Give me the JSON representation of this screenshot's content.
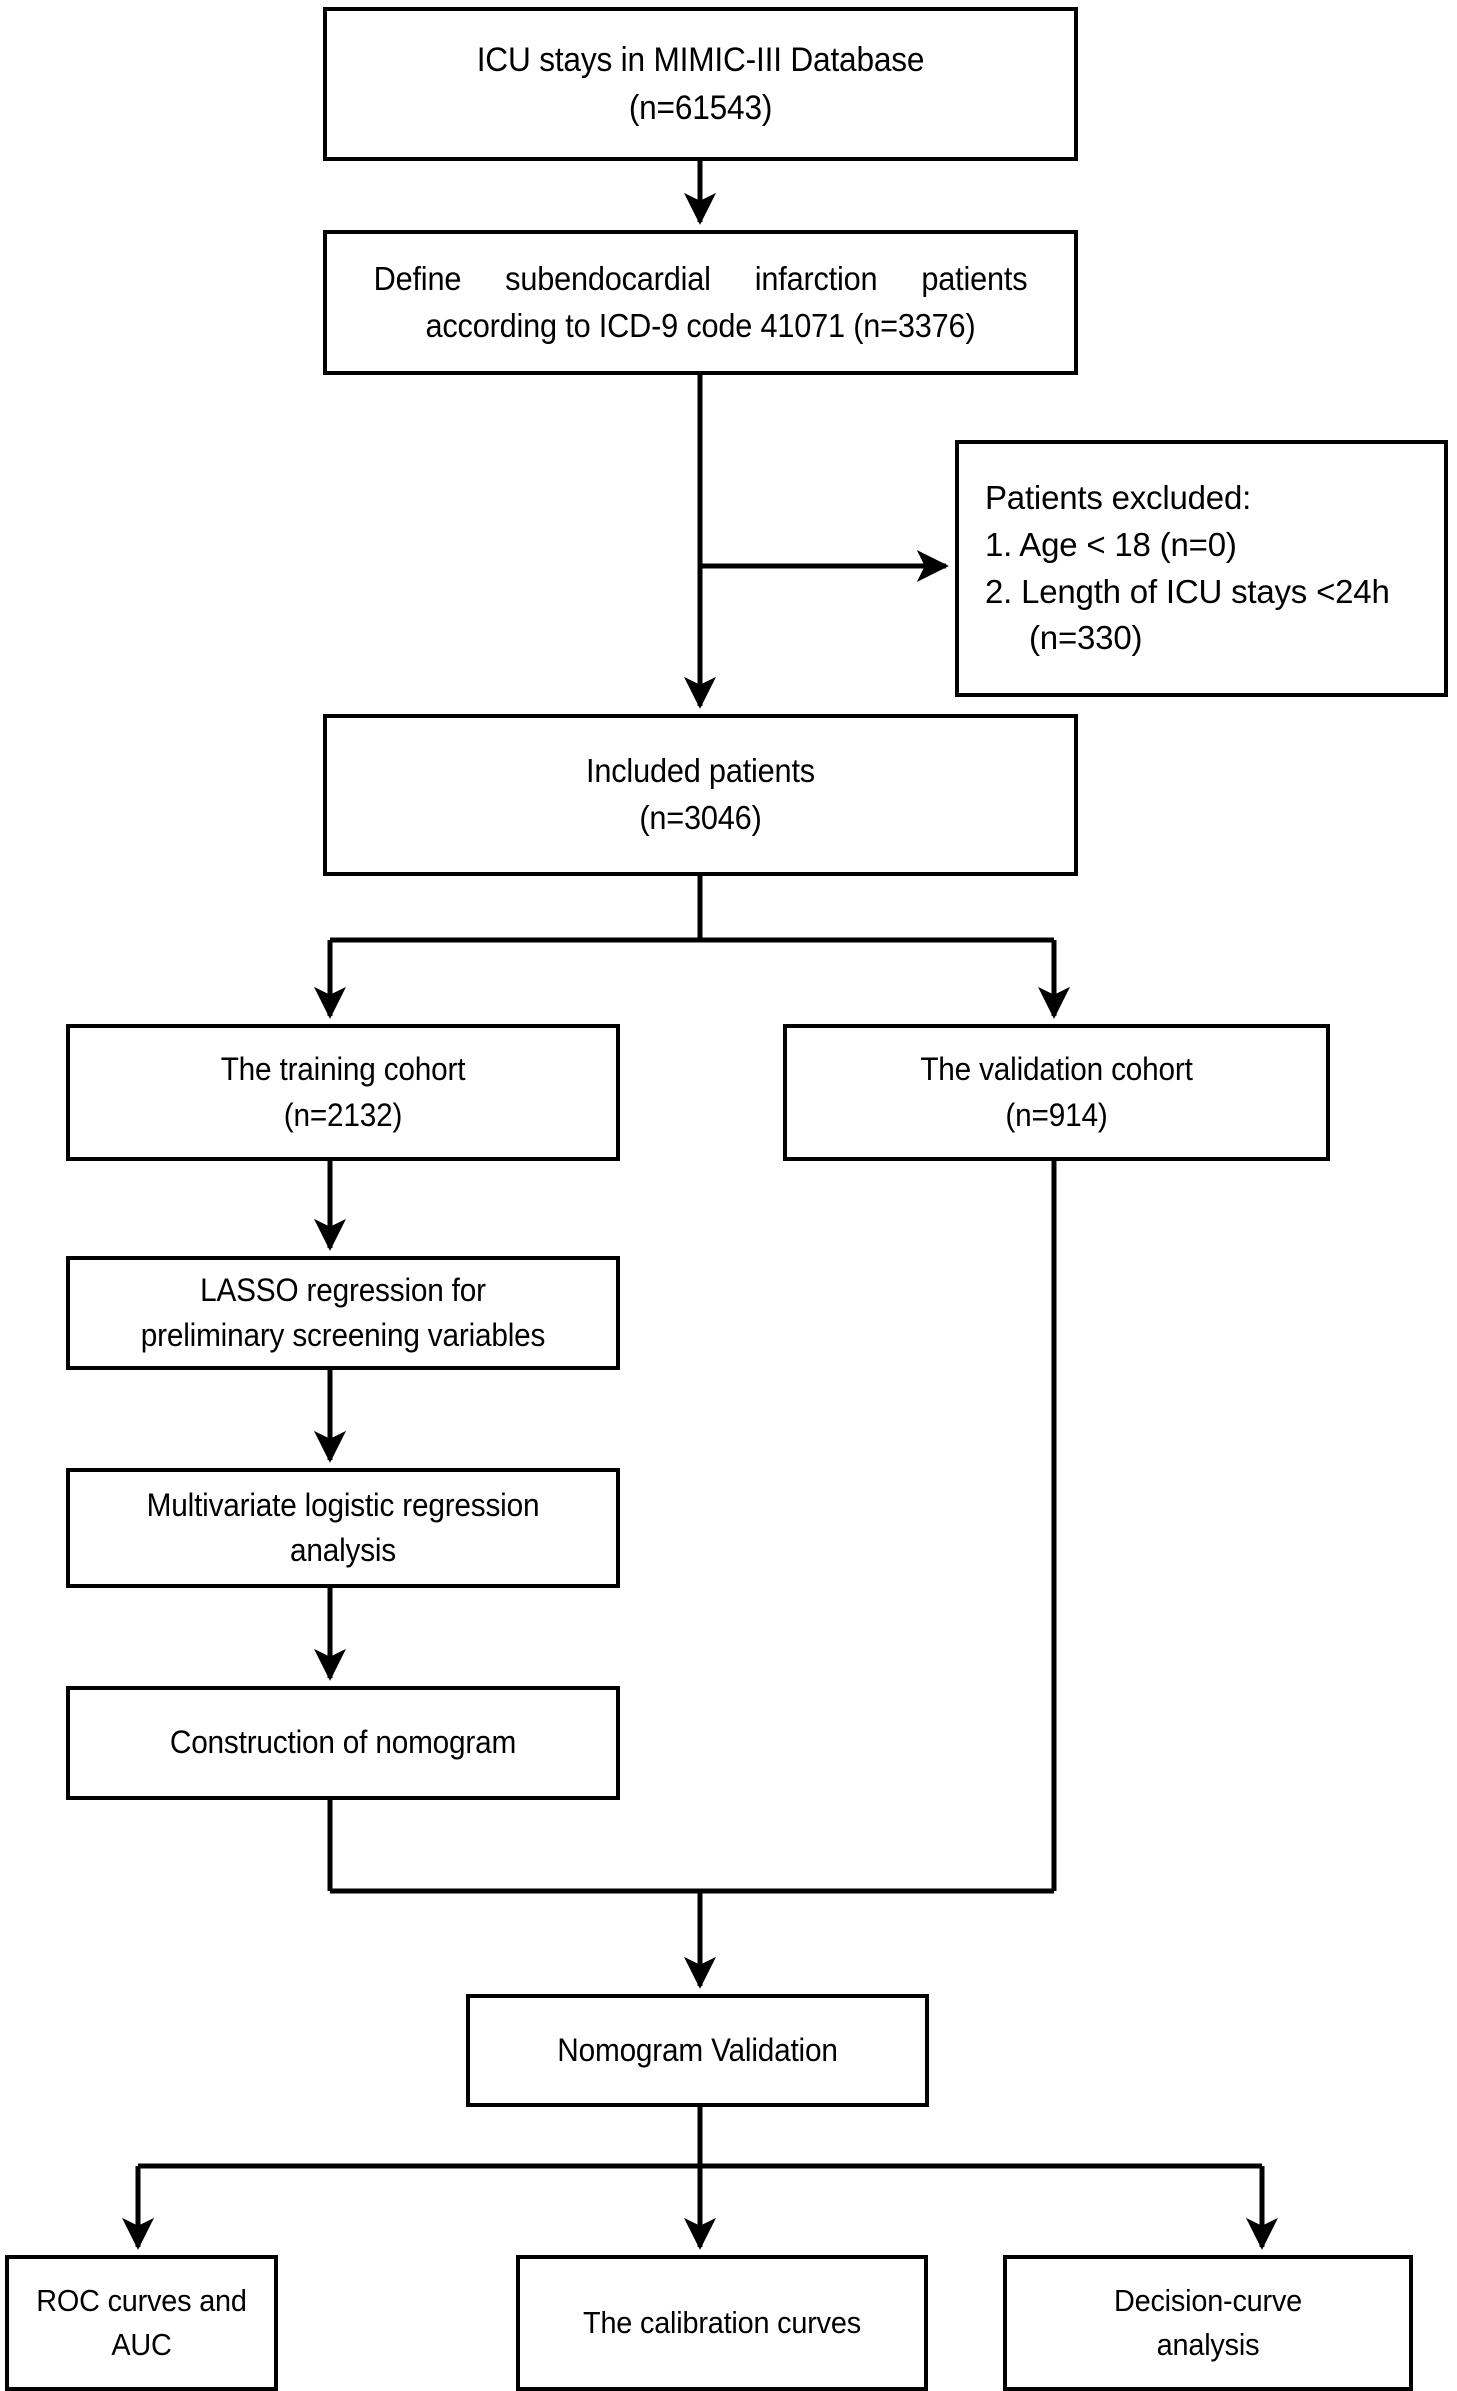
{
  "diagram": {
    "title": "Study flow diagram",
    "line_color": "#000000",
    "box_border_color": "#000000",
    "background": "#ffffff",
    "nodes": {
      "icu_stays": {
        "line1": "ICU stays in MIMIC-III Database",
        "line2": "(n=61543)"
      },
      "define_patients": {
        "w1": "Define",
        "w2": "subendocardial",
        "w3": "infarction",
        "w4": "patients",
        "line2": "according to ICD-9 code 41071 (n=3376)"
      },
      "excluded": {
        "heading": "Patients excluded:",
        "item1_num": "1.",
        "item1_text": "Age < 18 (n=0)",
        "item2_num": "2.",
        "item2_text": "Length of ICU stays <24h",
        "item2_cont": "(n=330)"
      },
      "included": {
        "line1": "Included patients",
        "line2": "(n=3046)"
      },
      "training_cohort": {
        "line1": "The training cohort",
        "line2": "(n=2132)"
      },
      "validation_cohort": {
        "line1": "The validation cohort",
        "line2": "(n=914)"
      },
      "lasso": {
        "line1": "LASSO regression for",
        "line2": "preliminary screening variables"
      },
      "multivariate": {
        "line1": "Multivariate logistic regression",
        "line2": "analysis"
      },
      "construction": {
        "line1": "Construction of nomogram"
      },
      "nomogram_validation": {
        "line1": "Nomogram Validation"
      },
      "roc": {
        "line1": "ROC curves and AUC"
      },
      "calibration": {
        "line1": "The calibration curves"
      },
      "decision_curve": {
        "line1": "Decision-curve",
        "line2": "analysis"
      }
    }
  }
}
